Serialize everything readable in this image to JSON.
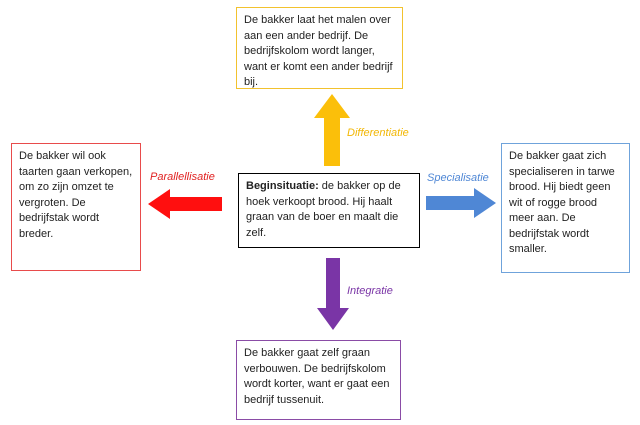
{
  "colors": {
    "yellow": "#fbbf0a",
    "red": "#ff0f0f",
    "blue": "#4f87d5",
    "purple": "#7a35a6",
    "yellow_border": "#f2c22e",
    "red_border": "#e84b4b",
    "blue_border": "#6fa3db",
    "purple_border": "#8a4ca6"
  },
  "center": {
    "title": "Beginsituatie:",
    "text": " de bakker op de hoek verkoopt brood. Hij haalt graan van de boer en maalt die zelf."
  },
  "top": {
    "label": "Differentiatie",
    "text": "De bakker laat het malen over aan een ander bedrijf. De bedrijfskolom wordt langer, want er komt een ander bedrijf bij."
  },
  "left": {
    "label": "Parallellisatie",
    "text": "De bakker wil ook taarten gaan verkopen, om zo zijn omzet te vergroten. De bedrijfstak wordt breder."
  },
  "right": {
    "label": "Specialisatie",
    "text": "De bakker gaat zich specialiseren in tarwe brood. Hij biedt geen wit of rogge brood meer aan. De bedrijfstak wordt smaller."
  },
  "bottom": {
    "label": "Integratie",
    "text": "De bakker gaat zelf graan verbouwen. De bedrijfskolom wordt korter, want er gaat een bedrijf tussenuit."
  }
}
